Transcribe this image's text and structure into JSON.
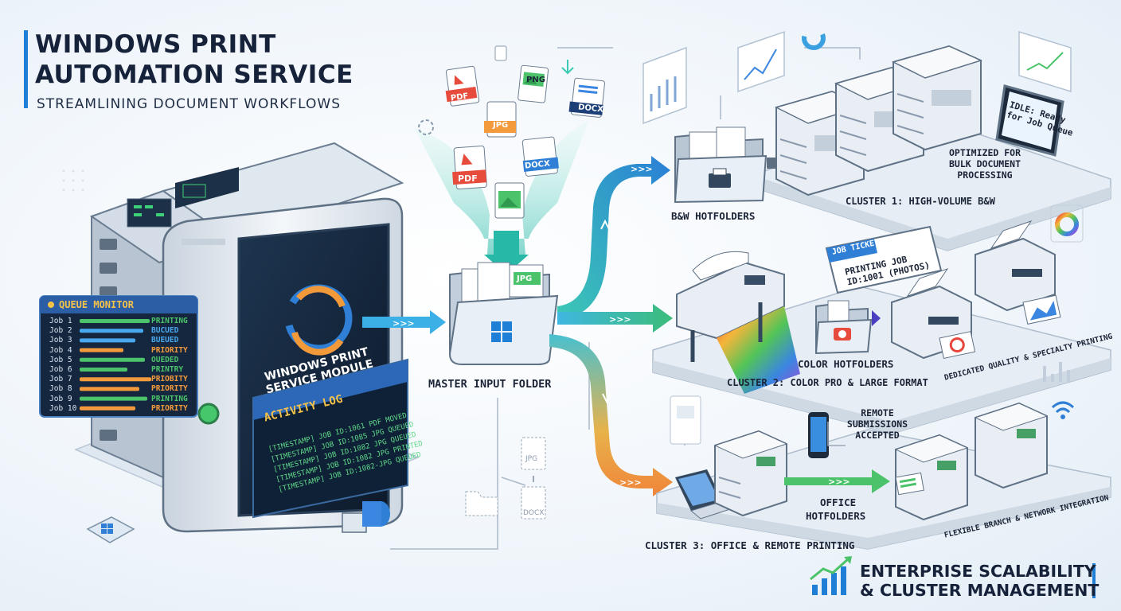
{
  "header": {
    "title_line1": "WINDOWS PRINT",
    "title_line2": "AUTOMATION SERVICE",
    "subtitle": "STREAMLINING DOCUMENT WORKFLOWS"
  },
  "server": {
    "screen_line1": "WINDOWS PRINT",
    "screen_line2": "SERVICE MODULE"
  },
  "queue_monitor": {
    "title": "QUEUE MONITOR",
    "jobs": [
      {
        "name": "Job 1",
        "status": "PRINTING",
        "color": "#4cc36a"
      },
      {
        "name": "Job 2",
        "status": "BUCUED",
        "color": "#49a8ee"
      },
      {
        "name": "Job 3",
        "status": "BUEUED",
        "color": "#49a8ee"
      },
      {
        "name": "Job 4",
        "status": "PRIORITY",
        "color": "#f39a3c"
      },
      {
        "name": "Job 5",
        "status": "OUEDED",
        "color": "#4cc36a"
      },
      {
        "name": "Job 6",
        "status": "PRINTRY",
        "color": "#4cc36a"
      },
      {
        "name": "Job 7",
        "status": "PRIOBITY",
        "color": "#f39a3c"
      },
      {
        "name": "Job 8",
        "status": "PRIORITY",
        "color": "#f39a3c"
      },
      {
        "name": "Job 9",
        "status": "PRINTING",
        "color": "#4cc36a"
      },
      {
        "name": "Job 10",
        "status": "PRIORITY",
        "color": "#f39a3c"
      }
    ]
  },
  "activity_log": {
    "title": "ACTIVITY LOG",
    "lines": [
      "[TIMESTAMP] JOB ID:1061 PDF MOVED",
      "[TIMESTAMP] JOB ID:1085 JPG QUEUED",
      "[TIMESTAMP] JOB ID:1082 JPG QUEUED",
      "[TIMESTAMP] JOB ID:1082 JPG PRINTED",
      "[TIMESTAMP] JOB ID:1082-JPG QUEUED"
    ]
  },
  "files": {
    "pdf_top": "PDF",
    "png": "PNG",
    "jpg": "JPG",
    "docx_top": "DOCX",
    "docx_mid": "DOCX",
    "pdf_mid": "PDF",
    "folder_jpg": "JPG",
    "small_jpg": "JPG",
    "small_docx": "DOCX"
  },
  "folders": {
    "master": "MASTER INPUT FOLDER",
    "bw": "B&W HOTFOLDERS",
    "color": "COLOR HOTFOLDERS",
    "office_line1": "OFFICE",
    "office_line2": "HOTFOLDERS"
  },
  "clusters": {
    "c1": "CLUSTER 1: HIGH-VOLUME B&W",
    "c1_note_lines": [
      "OPTIMIZED FOR",
      "BULK DOCUMENT",
      "PROCESSING"
    ],
    "c1_display_line1": "IDLE: Ready",
    "c1_display_line2": "for Job Queue",
    "c2": "CLUSTER 2: COLOR PRO & LARGE FORMAT",
    "c2_note": "DEDICATED QUALITY & SPECIALTY PRINTING",
    "ticket_title": "JOB TICKET",
    "ticket_line1": "PRINTING JOB",
    "ticket_line2": "ID:1001 (PHOTOS)",
    "c3": "CLUSTER 3: OFFICE & REMOTE PRINTING",
    "c3_remote_lines": [
      "REMOTE",
      "SUBMISSIONS",
      "ACCEPTED"
    ],
    "c3_note": "FLEXIBLE BRANCH & NETWORK INTEGRATION"
  },
  "footer": {
    "line1": "ENTERPRISE SCALABILITY",
    "line2": "& CLUSTER MANAGEMENT"
  },
  "colors": {
    "accent_blue": "#1f7fd6",
    "accent_teal": "#2fbfb0",
    "accent_orange": "#f0953a",
    "accent_green": "#4cc36a",
    "navy": "#16213a"
  }
}
